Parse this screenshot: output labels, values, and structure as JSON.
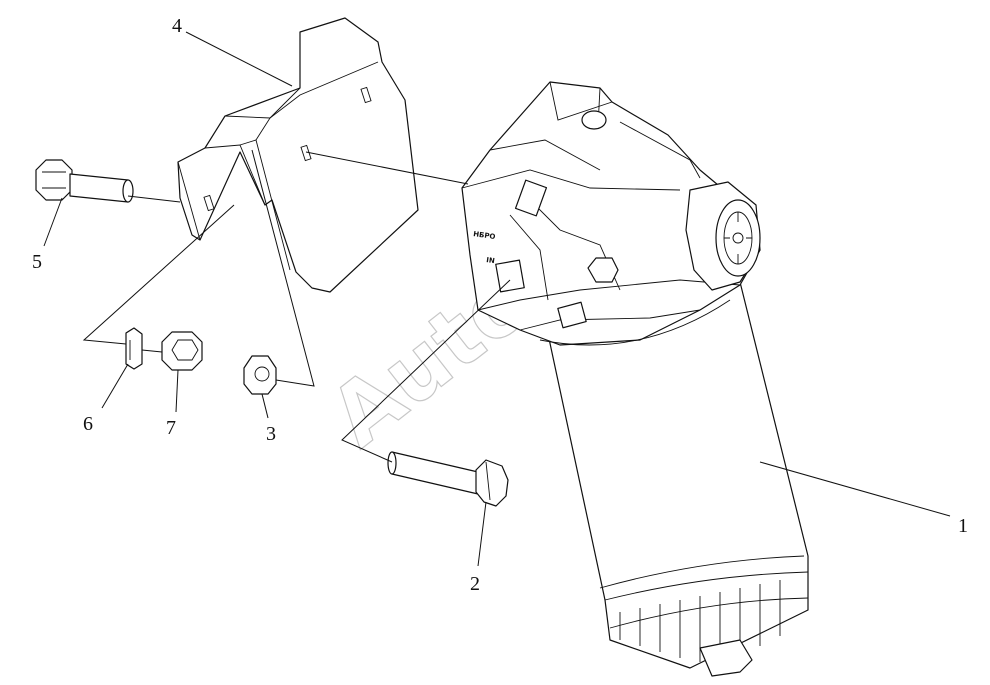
{
  "watermark": "AutoSoft",
  "callouts": {
    "c1": "1",
    "c2": "2",
    "c3": "3",
    "c4": "4",
    "c5": "5",
    "c6": "6",
    "c7": "7"
  },
  "housing_markings": {
    "top": "НБРО",
    "bottom": "IN"
  }
}
